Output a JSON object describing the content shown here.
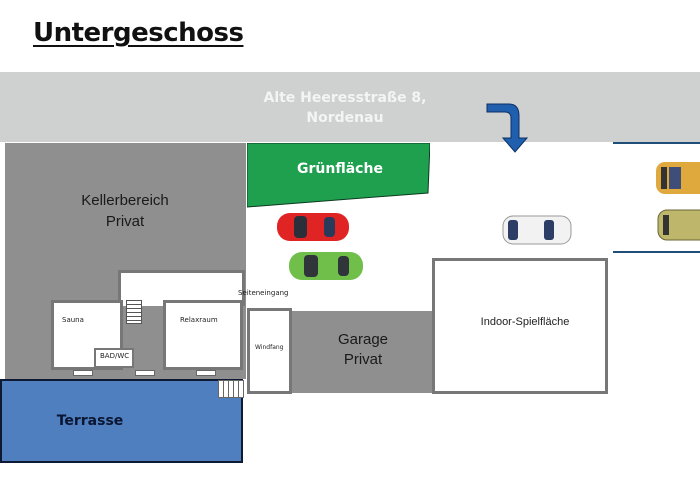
{
  "title": "Untergeschoss",
  "street": {
    "address_line1": "Alte Heeresstraße 8,",
    "address_line2": "Nordenau"
  },
  "areas": {
    "keller": {
      "line1": "Kellerbereich",
      "line2": "Privat"
    },
    "gruen": "Grünfläche",
    "sauna": "Sauna",
    "relax": "Relaxraum",
    "bad": "BAD/WC",
    "seiteneingang": "Seiteneingang",
    "windfang": "Windfang",
    "garage": {
      "line1": "Garage",
      "line2": "Privat"
    },
    "indoor": "Indoor-Spielfläche",
    "terrasse": "Terrasse"
  },
  "colors": {
    "street": "#cfd0d0",
    "private": "#8f8f8f",
    "green": "#1fa04f",
    "terrace": "#4f7fbe",
    "arrow": "#1f5fae"
  },
  "icons": [
    "arrow-turn-down-icon",
    "car-red-icon",
    "car-green-icon",
    "car-white-icon",
    "car-yellow-icon",
    "car-olive-icon",
    "stairs-icon"
  ]
}
